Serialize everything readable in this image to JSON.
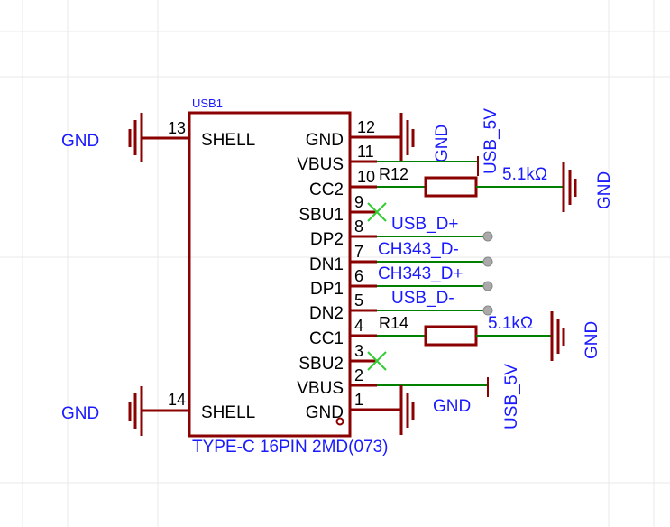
{
  "component": {
    "designator": "USB1",
    "value": "TYPE-C 16PIN 2MD(073)",
    "left_pins": [
      {
        "number": "13",
        "name": "SHELL",
        "net": "GND"
      },
      {
        "number": "14",
        "name": "SHELL",
        "net": "GND"
      }
    ],
    "right_pins": [
      {
        "number": "12",
        "name": "GND",
        "net": "GND"
      },
      {
        "number": "11",
        "name": "VBUS",
        "net": "USB_5V"
      },
      {
        "number": "10",
        "name": "CC2",
        "net": ""
      },
      {
        "number": "9",
        "name": "SBU1",
        "net": ""
      },
      {
        "number": "8",
        "name": "DP2",
        "net": "USB_D+"
      },
      {
        "number": "7",
        "name": "DN1",
        "net": "CH343_D-"
      },
      {
        "number": "6",
        "name": "DP1",
        "net": "CH343_D+"
      },
      {
        "number": "5",
        "name": "DN2",
        "net": "USB_D-"
      },
      {
        "number": "4",
        "name": "CC1",
        "net": ""
      },
      {
        "number": "3",
        "name": "SBU2",
        "net": ""
      },
      {
        "number": "2",
        "name": "VBUS",
        "net": "USB_5V"
      },
      {
        "number": "1",
        "name": "GND",
        "net": "GND"
      }
    ]
  },
  "resistors": [
    {
      "designator": "R12",
      "value": "5.1kΩ"
    },
    {
      "designator": "R14",
      "value": "5.1kΩ"
    }
  ],
  "net_labels": {
    "gnd": "GND",
    "usb_5v": "USB_5V",
    "usb_dp": "USB_D+",
    "ch343_dm": "CH343_D-",
    "ch343_dp": "CH343_D+",
    "usb_dm": "USB_D-"
  },
  "colors": {
    "component_outline": "#8b0000",
    "wire": "#008000",
    "net_label": "#1a1aff",
    "no_connect": "#33cc33",
    "grid": "#e6e6e6",
    "net_endpoint": "#999999"
  }
}
